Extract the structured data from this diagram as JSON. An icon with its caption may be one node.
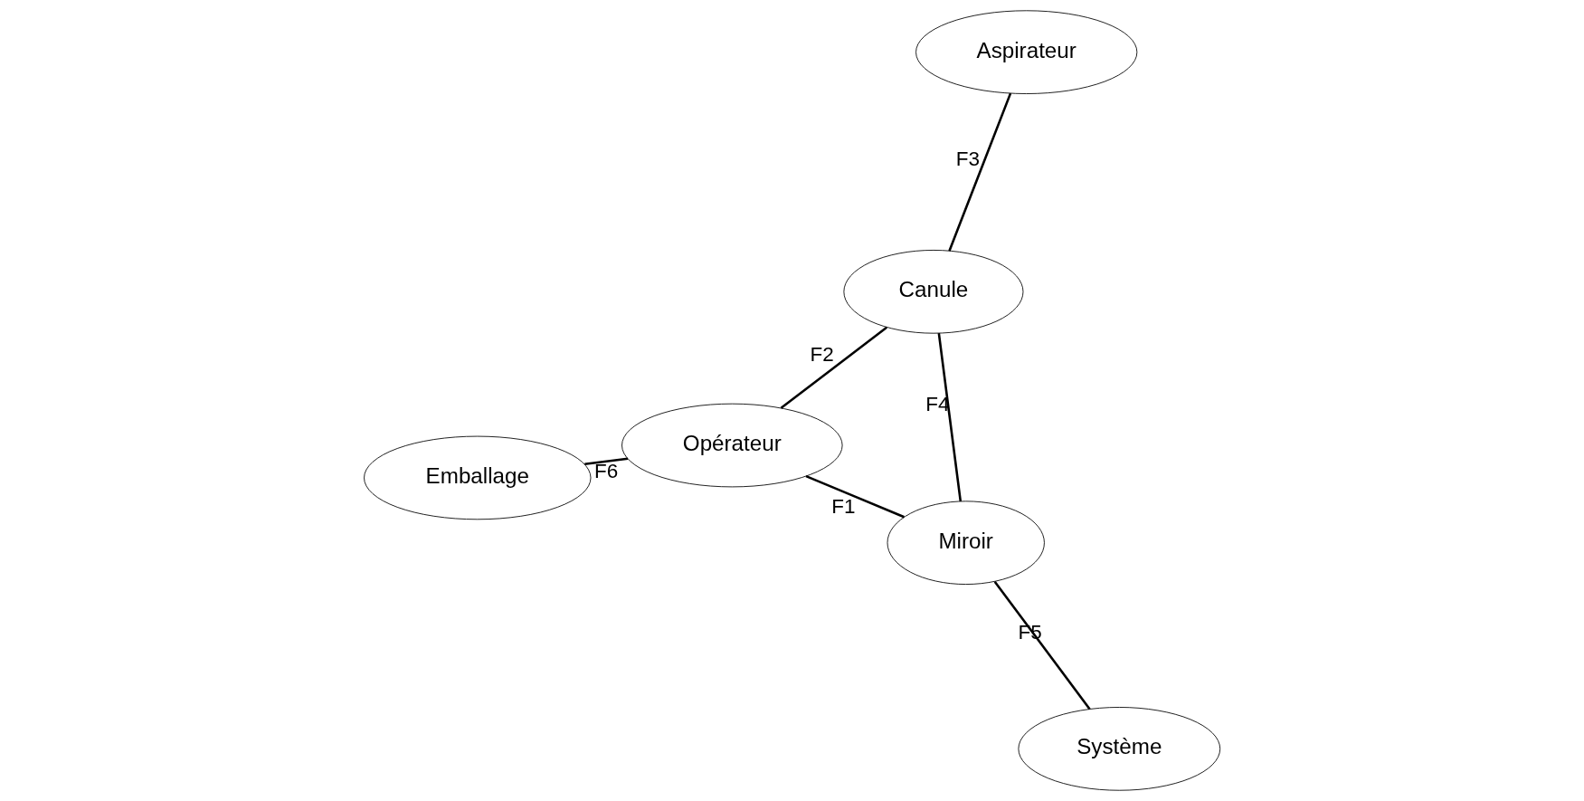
{
  "diagram": {
    "nodes": [
      {
        "text": [
          "Emballage"
        ]
      },
      {
        "text": [
          "Opérateur"
        ]
      },
      {
        "text": [
          "Système"
        ]
      },
      {
        "text": [
          "Miroir"
        ]
      },
      {
        "text": [
          "Canule"
        ]
      },
      {
        "text": [
          "Aspirateur"
        ]
      }
    ],
    "edges": [
      {
        "from": 1,
        "to": 3,
        "arrow": "none",
        "label": "F1"
      },
      {
        "from": 1,
        "to": 4,
        "arrow": "none",
        "label": "F2"
      },
      {
        "from": 5,
        "to": 4,
        "arrow": "none",
        "label": "F3"
      },
      {
        "from": 3,
        "to": 4,
        "arrow": "none",
        "label": "F4"
      },
      {
        "from": 2,
        "to": 3,
        "arrow": "none",
        "label": "F5"
      },
      {
        "from": 0,
        "to": 1,
        "arrow": "none",
        "label": "F6"
      }
    ]
  }
}
